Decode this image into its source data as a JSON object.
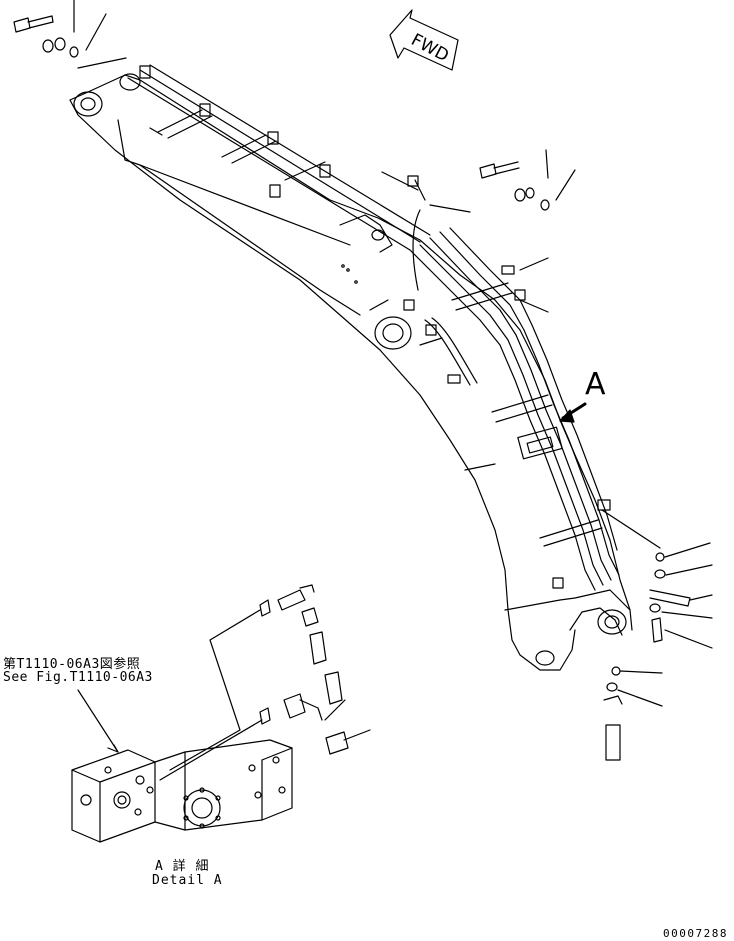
{
  "reference": {
    "line1": "第T1110-06A3図参照",
    "line2": "See Fig.T1110-06A3"
  },
  "detail": {
    "line1": "A 詳 細",
    "line2": "Detail A"
  },
  "callout_letter": "A",
  "direction_label": "FWD",
  "page_number": "00007288"
}
